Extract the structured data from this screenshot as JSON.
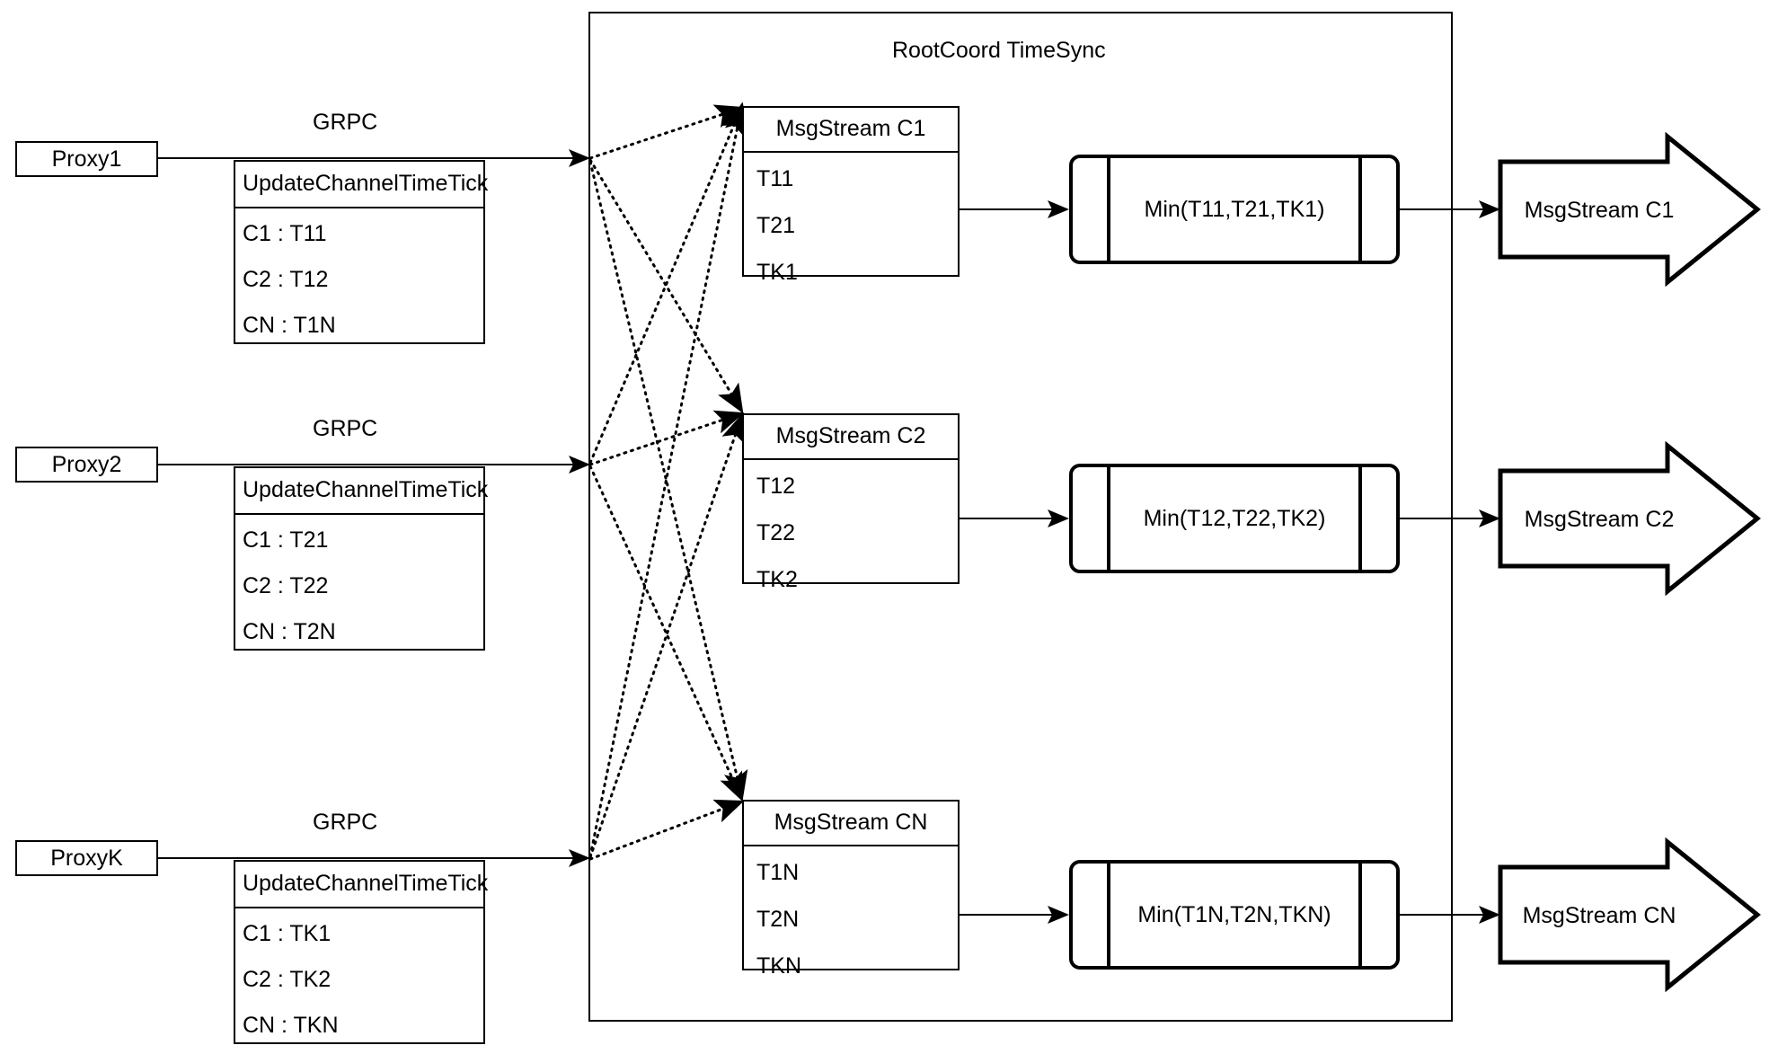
{
  "diagram": {
    "container_title": "RootCoord TimeSync",
    "grpc_label": "GRPC"
  },
  "proxies": [
    {
      "name": "Proxy1",
      "grpc": "GRPC",
      "rpc_title": "UpdateChannelTimeTick",
      "entries": [
        "C1 :  T11",
        "C2 :  T12",
        "CN : T1N"
      ]
    },
    {
      "name": "Proxy2",
      "grpc": "GRPC",
      "rpc_title": "UpdateChannelTimeTick",
      "entries": [
        "C1 :  T21",
        "C2 :  T22",
        "CN : T2N"
      ]
    },
    {
      "name": "ProxyK",
      "grpc": "GRPC",
      "rpc_title": "UpdateChannelTimeTick",
      "entries": [
        "C1 :  TK1",
        "C2 :  TK2",
        "CN : TKN"
      ]
    }
  ],
  "channels": [
    {
      "stream_title": "MsgStream C1",
      "ticks": [
        "T11",
        "T21",
        "TK1"
      ],
      "min_label": "Min(T11,T21,TK1)",
      "output_label": "MsgStream C1"
    },
    {
      "stream_title": "MsgStream C2",
      "ticks": [
        "T12",
        "T22",
        "TK2"
      ],
      "min_label": "Min(T12,T22,TK2)",
      "output_label": "MsgStream C2"
    },
    {
      "stream_title": "MsgStream CN",
      "ticks": [
        "T1N",
        "T2N",
        "TKN"
      ],
      "min_label": "Min(T1N,T2N,TKN)",
      "output_label": "MsgStream CN"
    }
  ],
  "colors": {
    "stroke": "#000000",
    "background": "#ffffff"
  }
}
